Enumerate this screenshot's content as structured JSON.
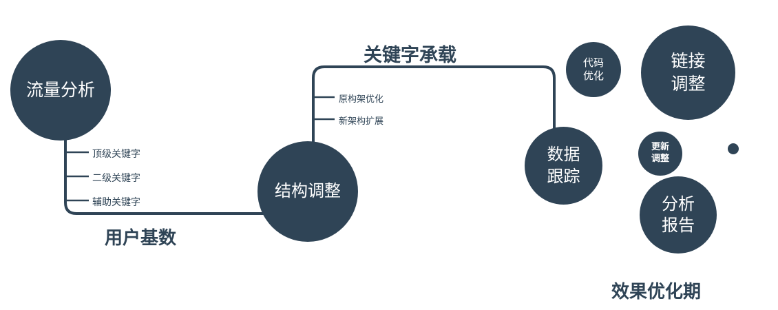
{
  "colors": {
    "primary": "#2f4456",
    "text_on_primary": "#ffffff"
  },
  "main_flow": {
    "traffic_node": "流量分析",
    "structure_node": "结构调整",
    "tracking_node": {
      "line1": "数据",
      "line2": "跟踪"
    },
    "user_base_edge_label": "用户基数",
    "keyword_edge_label": "关键字承载",
    "traffic_branches": [
      "顶级关键字",
      "二级关键字",
      "辅助关键字"
    ],
    "structure_branches": [
      "原构架优化",
      "新架构扩展"
    ]
  },
  "side_nodes": {
    "code": {
      "line1": "代码",
      "line2": "优化"
    },
    "link": {
      "line1": "链接",
      "line2": "调整"
    },
    "update": {
      "line1": "更新",
      "line2": "调整"
    },
    "report": {
      "line1": "分析",
      "line2": "报告"
    }
  },
  "footer_label": "效果优化期"
}
